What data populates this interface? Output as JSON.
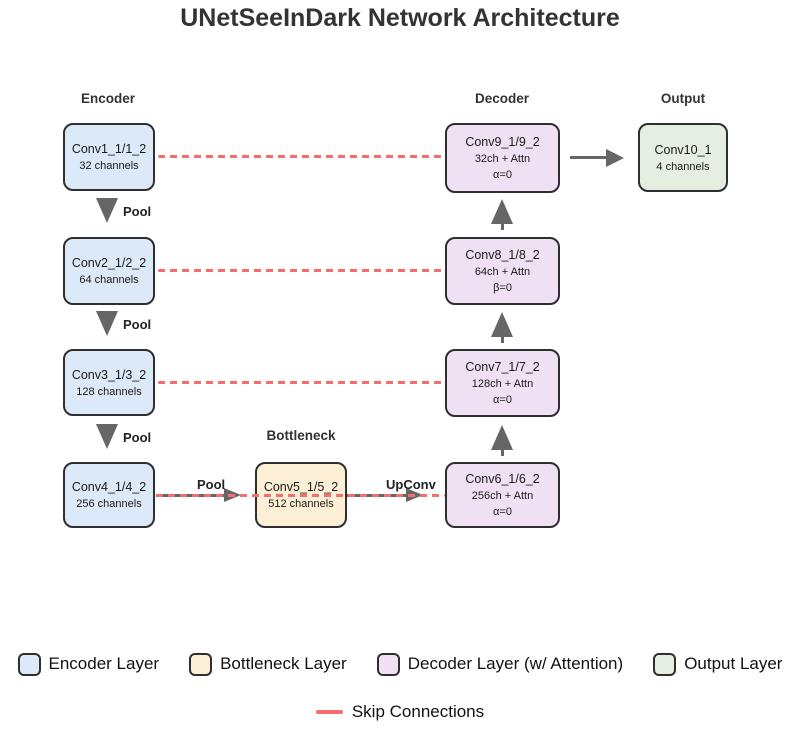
{
  "title": "UNetSeeInDark Network Architecture",
  "sections": {
    "encoder": "Encoder",
    "bottleneck": "Bottleneck",
    "decoder": "Decoder",
    "output": "Output"
  },
  "nodes": {
    "conv1": {
      "title": "Conv1_1/1_2",
      "line2": "32 channels"
    },
    "conv2": {
      "title": "Conv2_1/2_2",
      "line2": "64 channels"
    },
    "conv3": {
      "title": "Conv3_1/3_2",
      "line2": "128 channels"
    },
    "conv4": {
      "title": "Conv4_1/4_2",
      "line2": "256 channels"
    },
    "conv5": {
      "title": "Conv5_1/5_2",
      "line2": "512 channels"
    },
    "conv6": {
      "title": "Conv6_1/6_2",
      "line2": "256ch + Attn",
      "line3": "α=0"
    },
    "conv7": {
      "title": "Conv7_1/7_2",
      "line2": "128ch + Attn",
      "line3": "α=0"
    },
    "conv8": {
      "title": "Conv8_1/8_2",
      "line2": "64ch + Attn",
      "line3": "β=0"
    },
    "conv9": {
      "title": "Conv9_1/9_2",
      "line2": "32ch + Attn",
      "line3": "α=0"
    },
    "conv10": {
      "title": "Conv10_1",
      "line2": "4 channels"
    }
  },
  "edge_labels": {
    "pool": "Pool",
    "upconv": "UpConv"
  },
  "legend": {
    "encoder": "Encoder Layer",
    "bottleneck": "Bottleneck Layer",
    "decoder": "Decoder Layer (w/ Attention)",
    "output": "Output Layer",
    "skip": "Skip Connections"
  },
  "colors": {
    "encoder_fill": "#dbe9f8",
    "bottleneck_fill": "#fdeed6",
    "decoder_fill": "#efe1f3",
    "output_fill": "#e4efe2",
    "node_border": "#2f2f2f",
    "arrow": "#666666",
    "skip_connection": "#f46e6e"
  }
}
